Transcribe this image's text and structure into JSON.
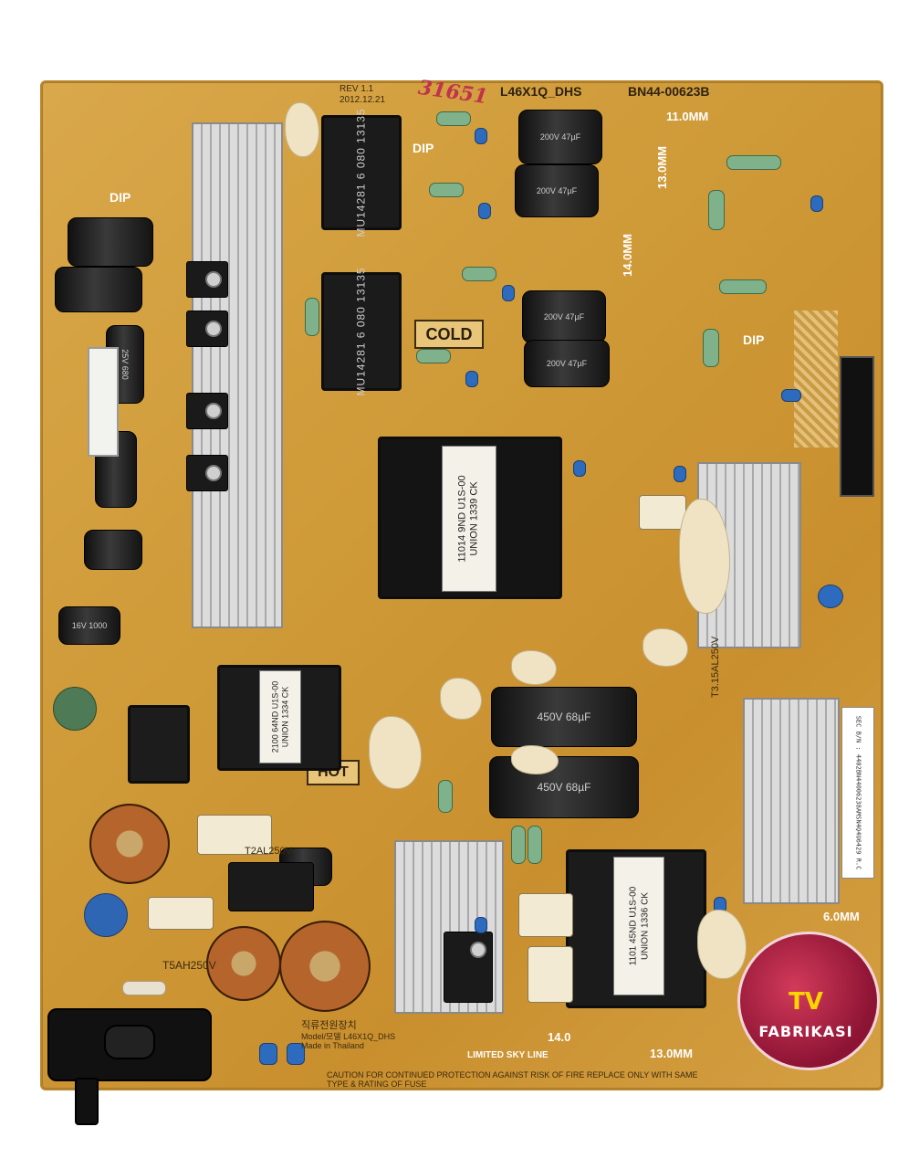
{
  "board": {
    "model": "L46X1Q_DHS",
    "part_number": "BN44-00623B",
    "handwritten_code": "31651",
    "rev": "REV 1.1",
    "date": "2012.12.21",
    "caution_text": "CAUTION  FOR CONTINUED PROTECTION  AGAINST RISK OF FIRE REPLACE ONLY WITH SAME TYPE & RATING OF FUSE",
    "limited_sky_line": "LIMITED SKY LINE",
    "made_in": "Made in Thailand",
    "model_line": "Model/모델 L46X1Q_DHS",
    "power_label": "직류전원장치",
    "barcode_text": "SEC B/N : 4402BN44006238AMSN4Q4U6429 R.C"
  },
  "labels": {
    "dip1": "DIP",
    "dip2": "DIP",
    "dip3": "DIP",
    "cold": "COLD",
    "hot": "HOT",
    "mm11": "11.0MM",
    "mm13": "13.0MM",
    "mm14": "14.0MM",
    "mm6": "6.0MM",
    "mm13b": "13.0MM",
    "mm14b": "14.0",
    "fuse1": "T2AL250V",
    "fuse2": "T5AH250V",
    "fuse3": "T3.15AL250V"
  },
  "transformers": {
    "t1": "MU14281 6\n080 13135",
    "t2": "MU14281 6\n080 13135",
    "t3": "11014 9ND U1S-00\nUNION 1339 CK",
    "t4": "2100 64ND U1S-00\nUNION 1334 CK",
    "t5": "1101 45ND U1S-00\nUNION 1336 CK"
  },
  "capacitors": {
    "c_200v_a": "200V 47µF",
    "c_200v_b": "200V 47µF",
    "c_200v_c": "200V 47µF",
    "c_200v_d": "200V 47µF",
    "c_450v_a": "450V 68µF",
    "c_450v_b": "450V 68µF",
    "c_25v": "25V 680",
    "c_16v": "16V 1000"
  },
  "watermark": {
    "tv": "TV",
    "brand": "FABRIKASI"
  }
}
